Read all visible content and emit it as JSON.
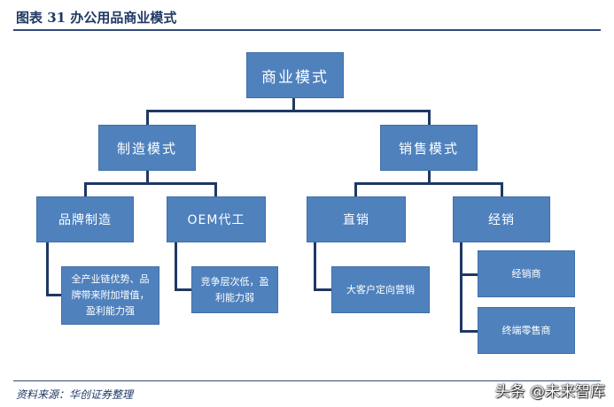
{
  "figure": {
    "title": "图表 31    办公用品商业模式",
    "source": "资料来源：华创证券整理",
    "watermark": "头条 @未来智库"
  },
  "tree": {
    "root": {
      "label": "商业模式"
    },
    "manufacturing": {
      "label": "制造模式",
      "brand": {
        "label": "品牌制造",
        "note": "全产业链优势、品牌带来附加增值，盈利能力强"
      },
      "oem": {
        "label": "OEM代工",
        "note": "竞争层次低，盈利能力弱"
      }
    },
    "sales": {
      "label": "销售模式",
      "direct": {
        "label": "直销",
        "note": "大客户定向营销"
      },
      "distribution": {
        "label": "经销",
        "children": [
          "经销商",
          "终端零售商"
        ]
      }
    }
  },
  "colors": {
    "node_fill": "#4f81bd",
    "connector": "#1f3864",
    "title_text": "#1f3864"
  }
}
